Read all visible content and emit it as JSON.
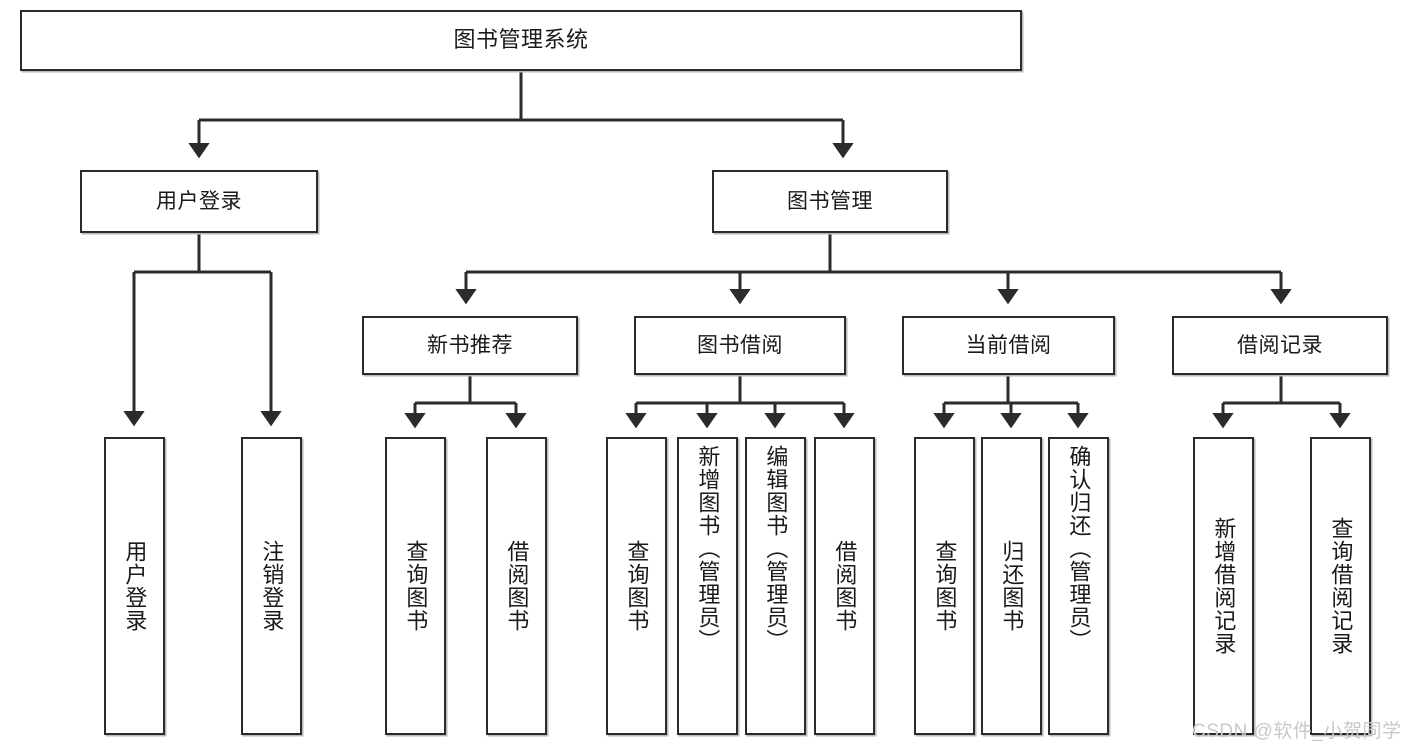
{
  "diagram": {
    "title": "图书管理系统",
    "type": "tree-hierarchy-chart",
    "root": {
      "label": "图书管理系统"
    },
    "level1": [
      {
        "id": "user-login",
        "label": "用户登录"
      },
      {
        "id": "book-management",
        "label": "图书管理"
      }
    ],
    "level2": [
      {
        "id": "new-book-recommend",
        "label": "新书推荐"
      },
      {
        "id": "book-borrow",
        "label": "图书借阅"
      },
      {
        "id": "current-borrow",
        "label": "当前借阅"
      },
      {
        "id": "borrow-record",
        "label": "借阅记录"
      }
    ],
    "leaves": {
      "user_login": [
        {
          "id": "leaf-user-login",
          "label": "用户登录"
        },
        {
          "id": "leaf-logout-login",
          "label": "注销登录"
        }
      ],
      "new_book_recommend": [
        {
          "id": "leaf-query-book-1",
          "label": "查询图书"
        },
        {
          "id": "leaf-borrow-book-1",
          "label": "借阅图书"
        }
      ],
      "book_borrow": [
        {
          "id": "leaf-query-book-2",
          "label": "查询图书"
        },
        {
          "id": "leaf-add-book",
          "label": "新增图书（管理员）"
        },
        {
          "id": "leaf-edit-book",
          "label": "编辑图书（管理员）"
        },
        {
          "id": "leaf-borrow-book-2",
          "label": "借阅图书"
        }
      ],
      "current_borrow": [
        {
          "id": "leaf-query-book-3",
          "label": "查询图书"
        },
        {
          "id": "leaf-return-book",
          "label": "归还图书"
        },
        {
          "id": "leaf-confirm-return",
          "label": "确认归还（管理员）"
        }
      ],
      "borrow_record": [
        {
          "id": "leaf-add-record",
          "label": "新增借阅记录"
        },
        {
          "id": "leaf-query-record",
          "label": "查询借阅记录"
        }
      ]
    },
    "colors": {
      "border": "#2b2b2b",
      "edge": "#2b2b2b",
      "background": "#ffffff",
      "text": "#1a1a1a",
      "shadow": "#b9b9b9",
      "watermark": "#c9c9c9"
    }
  },
  "watermark": {
    "text": "CSDN @软件_小贺同学"
  }
}
